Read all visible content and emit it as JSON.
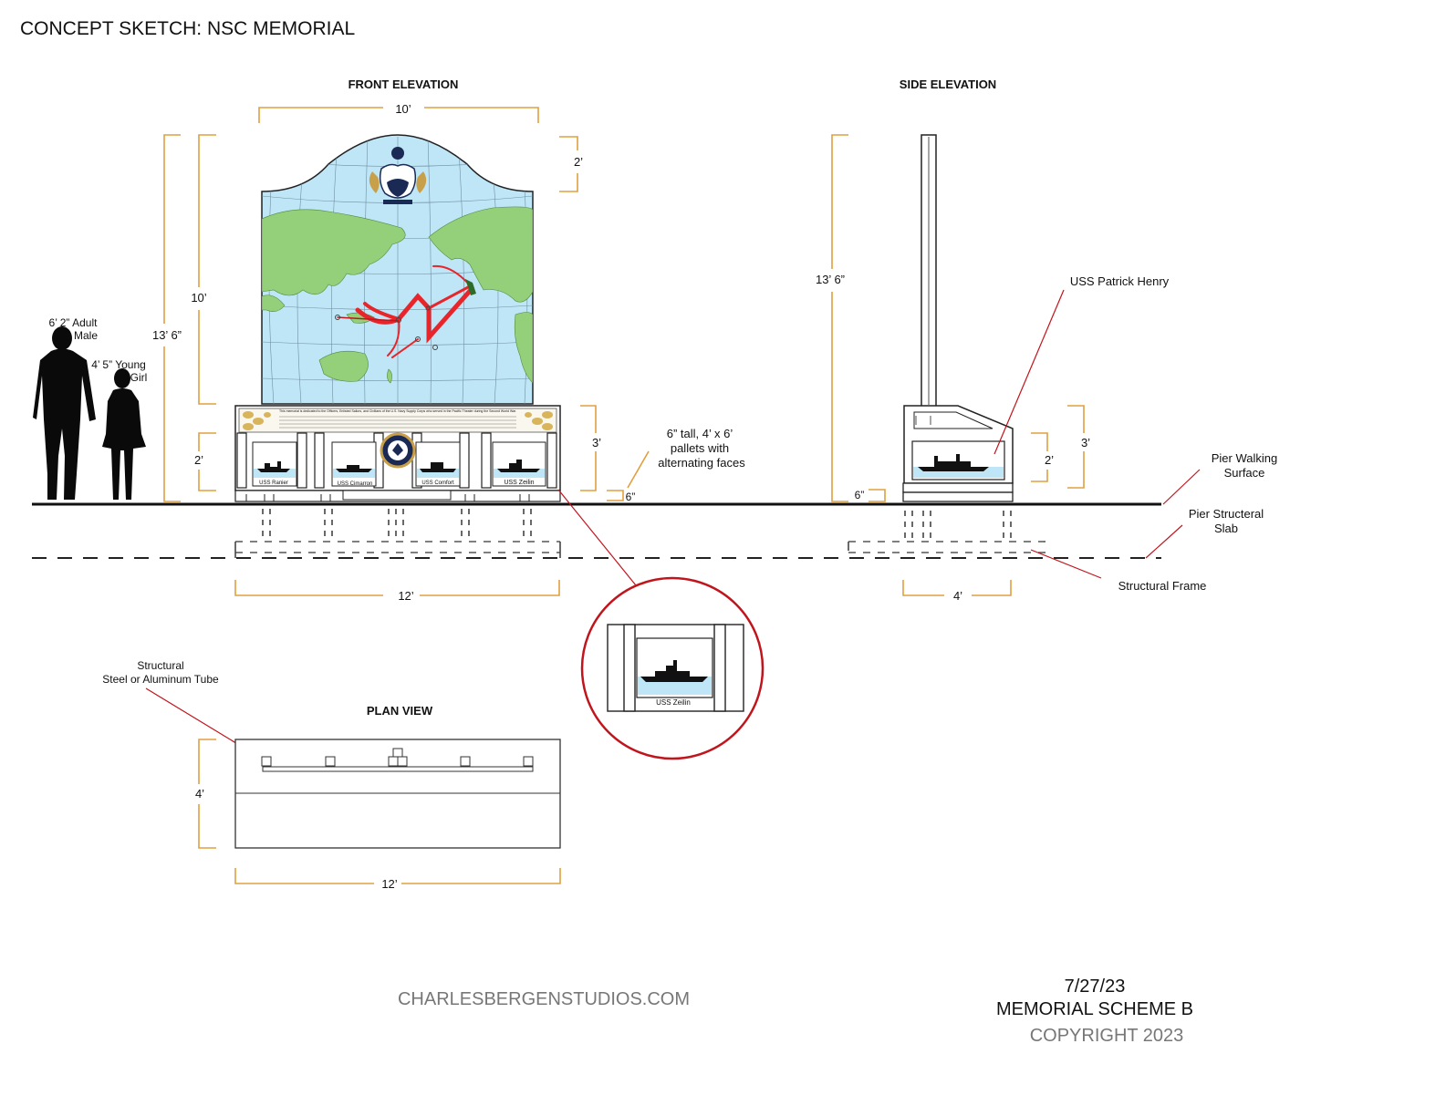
{
  "sheet": {
    "title": "CONCEPT SKETCH: NSC MEMORIAL",
    "footer_site": "CHARLESBERGENSTUDIOS.COM",
    "footer_date": "7/27/23",
    "footer_scheme": "MEMORIAL SCHEME B",
    "footer_copyright": "COPYRIGHT 2023"
  },
  "views": {
    "front": "FRONT ELEVATION",
    "side": "SIDE ELEVATION",
    "plan": "PLAN VIEW"
  },
  "dims": {
    "front_width_top": "10’",
    "front_crest": "2’",
    "front_height_inner": "10’",
    "front_height_total": "13’ 6”",
    "front_base_2": "2’",
    "front_base_3": "3’",
    "front_pallet": "6”",
    "front_width_bottom": "12’",
    "side_height": "13’ 6”",
    "side_3": "3’",
    "side_2": "2’",
    "side_6": "6”",
    "side_width": "4’",
    "plan_depth": "4’",
    "plan_width": "12’"
  },
  "figures": {
    "adult_line1": "6’ 2” Adult",
    "adult_line2": "Male",
    "girl_line1": "4’ 5” Young",
    "girl_line2": "Girl"
  },
  "notes": {
    "pallet_line1": "6” tall, 4’ x 6’",
    "pallet_line2": "pallets with",
    "pallet_line3": "alternating faces",
    "ship_callout": "USS Patrick Henry",
    "pier_surface_1": "Pier Walking",
    "pier_surface_2": "Surface",
    "pier_slab_1": "Pier Structeral",
    "pier_slab_2": "Slab",
    "structural_frame": "Structural Frame",
    "tube_line1": "Structural",
    "tube_line2": "Steel or Aluminum Tube"
  },
  "panels": {
    "ship1": "USS Ranier",
    "ship2": "USS Cimarron",
    "ship3": "USS Comfort",
    "ship4": "USS Zeilin",
    "detail_ship": "USS Zeilin",
    "dedication": "This memorial is dedicated to the Officers, Enlisted Sailors, and Civilians of the U.S. Navy Supply Corps who served in the Pacific Theater during the Second World War."
  },
  "colors": {
    "dimension": "#e0a040",
    "callout": "#c0151c",
    "ocean": "#bfe6f6",
    "land": "#94cf7a",
    "route": "#e8252b",
    "footer_gray": "#777777"
  }
}
